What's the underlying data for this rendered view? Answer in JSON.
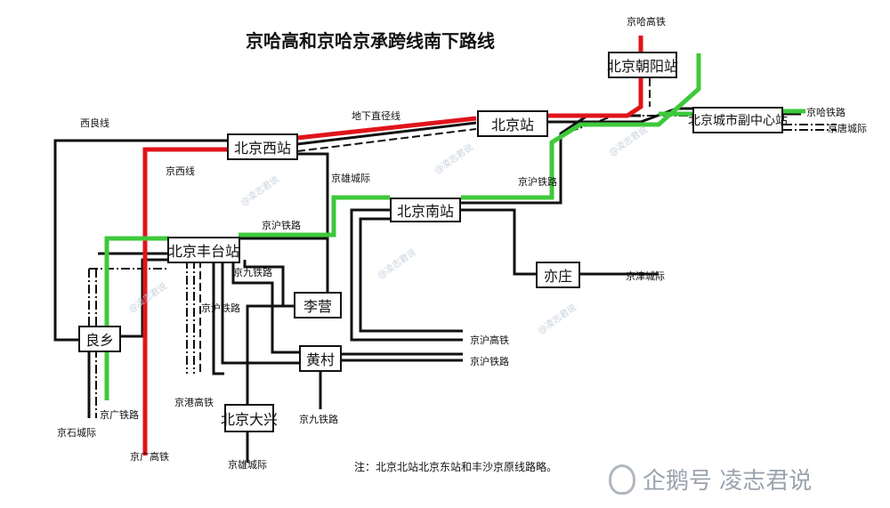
{
  "title": "京哈高和京哈京承跨线南下路线",
  "colors": {
    "red": "#e0141b",
    "green": "#3ec93b",
    "black": "#111111"
  },
  "stations": {
    "chaoyang": "北京朝阳站",
    "beijing": "北京站",
    "west": "北京西站",
    "subcenter": "北京城市副中心站",
    "south": "北京南站",
    "fengtai": "北京丰台站",
    "yizhuang": "亦庄",
    "liying": "李营",
    "huangcun": "黄村",
    "liangxiang": "良乡",
    "daxing": "北京大兴"
  },
  "labels": {
    "jingha_gaotie_top": "京哈高铁",
    "xiliang": "西良线",
    "dixia": "地下直径线",
    "jingxi": "京西线",
    "xiongcheng_1": "京雄城际",
    "jinghu_1": "京沪铁路",
    "jinghu_2": "京沪铁路",
    "jinghu_3": "京沪铁路",
    "jinghu_4": "京沪铁路",
    "jingjiu_1": "京九铁路",
    "jingjiu_2": "京九铁路",
    "jinha_rail": "京哈铁路",
    "jingtang": "京唐城际",
    "jingjin": "京津城际",
    "jinghu_gaotie": "京沪高铁",
    "jingguang_rail": "京广铁路",
    "jingshi": "京石城际",
    "jinggang": "京港高铁",
    "jingguang_gaotie": "京广高铁",
    "xiongcheng_2": "京雄城际"
  },
  "note": "注：北京北站北京东站和丰沙京原线路略。",
  "watermarks": [
    "@凌志君说",
    "@凌志君说",
    "@凌志君说",
    "@凌志君说",
    "@凌志君说",
    "@凌志君说"
  ],
  "brand": "企鹅号 凌志君说"
}
